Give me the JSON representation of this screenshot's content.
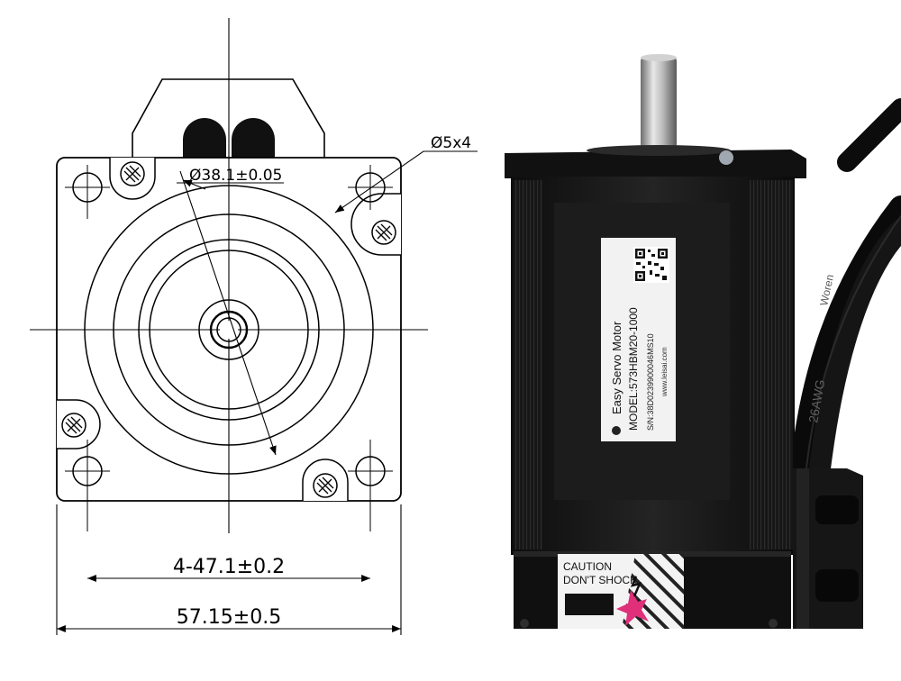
{
  "drawing": {
    "dims": {
      "circle_dia": "Ø38.1±0.05",
      "hole_dia": "Ø5x4",
      "hole_spacing": "4-47.1±0.2",
      "width": "57.15±0.5"
    }
  },
  "motor": {
    "label": {
      "brand": "Easy Servo Motor",
      "model": "MODEL:573HBM20-1000",
      "serial": "S/N:38D0239900046MS10",
      "website": "www.leisai.com"
    },
    "cable_print": "Woren",
    "cable_awg": "26AWG",
    "caution": {
      "line1": "CAUTION",
      "line2": "DON'T SHOCK"
    }
  },
  "colors": {
    "motor_body": "#1a1a1a",
    "label_bg": "#f2f2f2",
    "warning_pink": "#e0307a"
  }
}
